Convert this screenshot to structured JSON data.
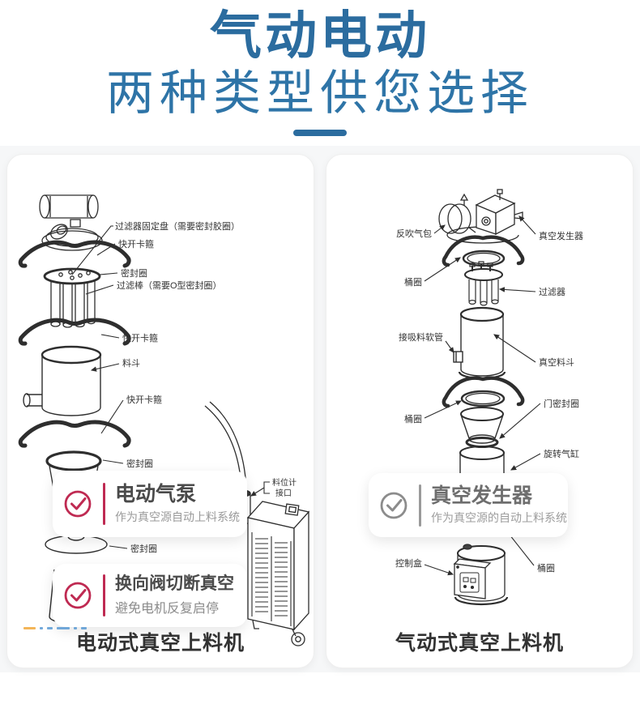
{
  "header": {
    "title": "气动电动",
    "subtitle": "两种类型供您选择"
  },
  "colors": {
    "accent_blue": "#2b6c9f",
    "check_red": "#bf2a52",
    "check_gray": "#8c8c8c",
    "diagram_line": "#2e2e2e"
  },
  "panels": [
    {
      "id": "electric",
      "caption": "电动式真空上料机",
      "labels": [
        "过滤器固定盘（需要密封胶圈）",
        "快开卡箍",
        "密封圈",
        "过滤棒（需要O型密封圈）",
        "快开卡箍",
        "料斗",
        "快开卡箍",
        "密封圈",
        "密封圈",
        "料位计",
        "接口"
      ],
      "callouts": [
        {
          "title": "电动气泵",
          "desc": "作为真空源自动上料系统"
        },
        {
          "title": "换向阀切断真空",
          "desc": "避免电机反复启停"
        }
      ]
    },
    {
      "id": "pneumatic",
      "caption": "气动式真空上料机",
      "labels": [
        "反吹气包",
        "真空发生器",
        "桶圈",
        "过滤器",
        "接吸料软管",
        "真空料斗",
        "桶圈",
        "门密封圈",
        "旋转气缸",
        "控制盒",
        "桶圈"
      ],
      "callouts": [
        {
          "title": "真空发生器",
          "desc": "作为真空源的自动上料系统"
        }
      ]
    }
  ]
}
